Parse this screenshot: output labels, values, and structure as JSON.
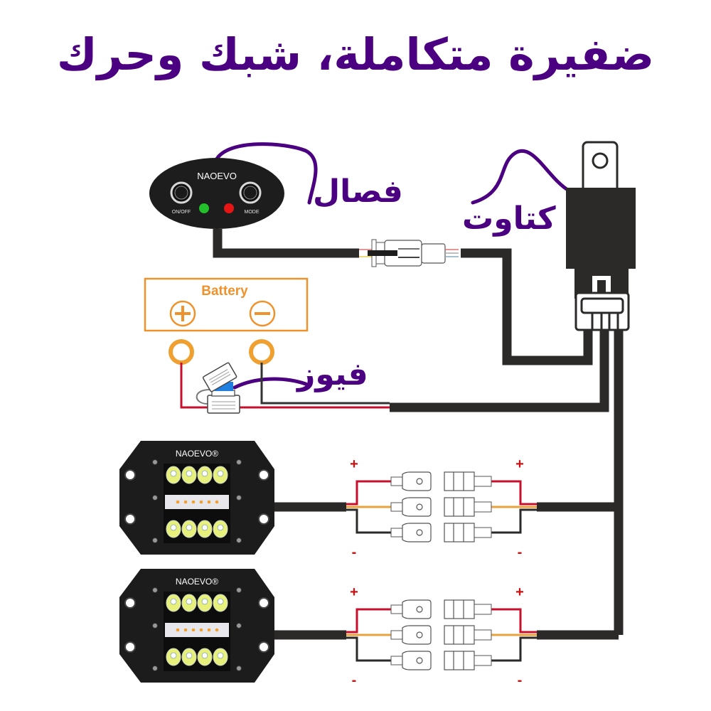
{
  "title": "ضفيرة متكاملة، شبك وحرك",
  "labels": {
    "switch": "فصال",
    "relay": "كتاوت",
    "fuse": "فيوز"
  },
  "switch_panel": {
    "brand": "NAOEVO",
    "left_button": "ON/OFF",
    "right_button": "MODE",
    "indicators": [
      "green",
      "red"
    ]
  },
  "battery": {
    "label": "Battery",
    "positive_symbol": "+",
    "negative_symbol": "−"
  },
  "lights": [
    {
      "brand": "NAOEVO",
      "registered": "®"
    },
    {
      "brand": "NAOEVO",
      "registered": "®"
    }
  ],
  "polarity": {
    "plus": "+",
    "minus": "-"
  },
  "colors": {
    "accent_purple": "#4b0082",
    "wire_black": "#2b2a28",
    "wire_red": "#c8102e",
    "wire_orange": "#e8a33d",
    "battery_orange": "#f0922c",
    "led_green": "#22c02a",
    "led_red": "#e81515",
    "fuse_blue": "#1e7fe0"
  }
}
